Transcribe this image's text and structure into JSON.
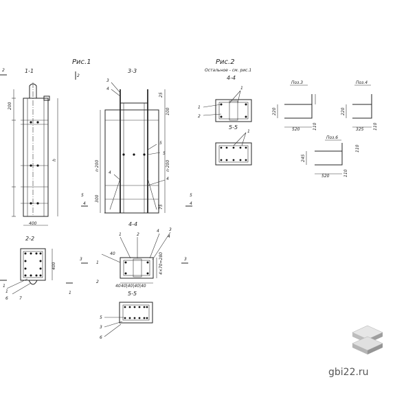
{
  "figures": {
    "fig1_label": "Рис.1",
    "fig2_label": "Рис.2",
    "fig2_note": "Остальное - см. рис.1"
  },
  "sections": {
    "s11": "1-1",
    "s22": "2-2",
    "s33": "3-3",
    "s44_top": "4-4",
    "s44_bottom": "4-4",
    "s55_fig2": "5-5",
    "s55_bottom": "5-5"
  },
  "positions": {
    "pos3": "Поз.3",
    "pos4": "Поз.4",
    "pos6": "Поз.6"
  },
  "dimensions": {
    "col_width": "400",
    "col_depth": "400",
    "n200_left": "n·200",
    "n200_right": "n·200",
    "d200": "200",
    "d300": "300",
    "d100": "100",
    "d75": "75",
    "d25": "25",
    "d220": "220",
    "d520": "520",
    "d325": "325",
    "d245": "245",
    "d110": "110"
  },
  "callouts": [
    "1",
    "2",
    "3",
    "4",
    "5",
    "6",
    "7"
  ],
  "watermark": "gbi22.ru"
}
